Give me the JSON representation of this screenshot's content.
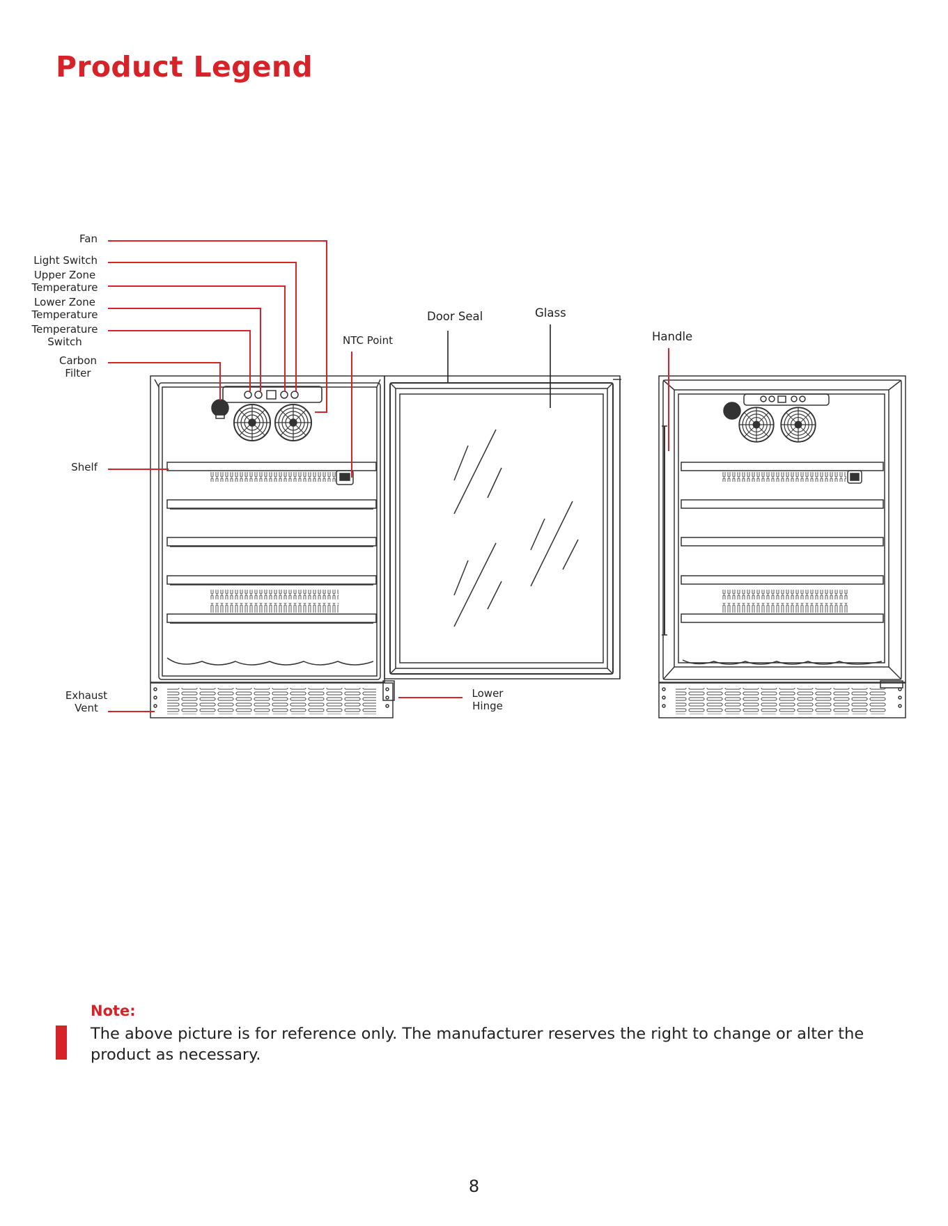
{
  "page": {
    "title": "Product Legend",
    "page_number": "8",
    "accent_color": "#d6232a"
  },
  "legend": {
    "fan": "Fan",
    "light_switch": "Light Switch",
    "upper_zone_1": "Upper Zone",
    "upper_zone_2": "Temperature",
    "lower_zone_1": "Lower Zone",
    "lower_zone_2": "Temperature",
    "temp_switch_1": "Temperature",
    "temp_switch_2": "Switch",
    "carbon_filter_1": "Carbon",
    "carbon_filter_2": "Filter",
    "shelf": "Shelf",
    "exhaust_vent_1": "Exhaust",
    "exhaust_vent_2": "Vent",
    "ntc_point": "NTC Point",
    "door_seal": "Door Seal",
    "glass": "Glass",
    "handle": "Handle",
    "lower_hinge_1": "Lower",
    "lower_hinge_2": "Hinge"
  },
  "note": {
    "title": "Note:",
    "text": "The above picture is for reference only. The manufacturer reserves the right to change or alter the product as necessary."
  }
}
